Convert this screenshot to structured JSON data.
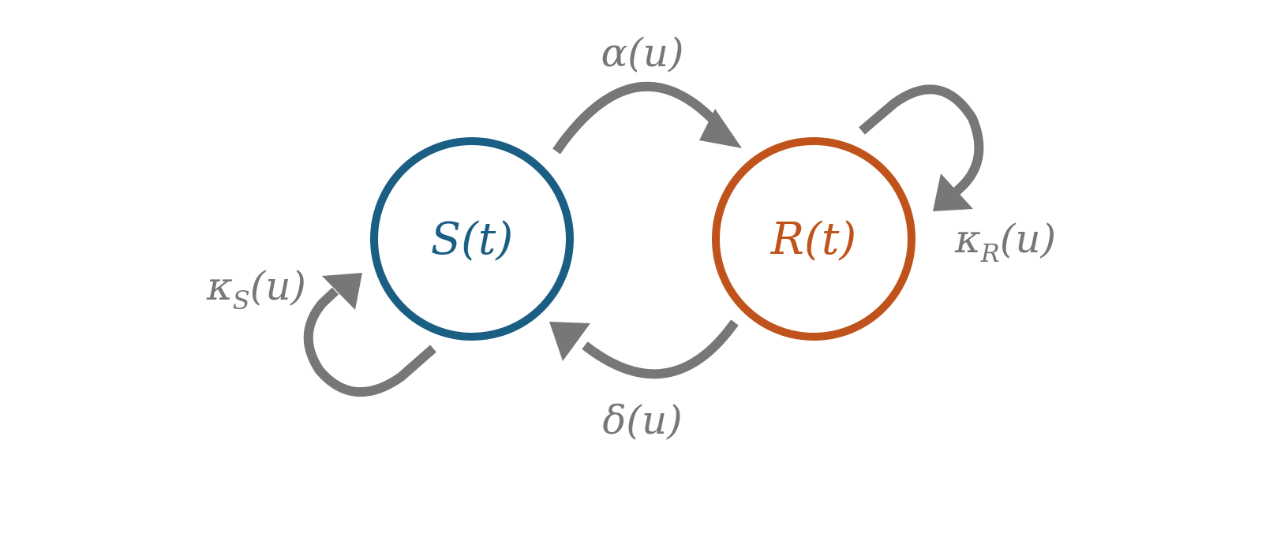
{
  "colors": {
    "susceptible": "#1b5e84",
    "resistant": "#c0531c",
    "arrow": "#777777",
    "background": "#ffffff"
  },
  "nodes": {
    "s": {
      "label": "S(t)"
    },
    "r": {
      "label": "R(t)"
    }
  },
  "edges": {
    "alpha": {
      "label": "α(u)"
    },
    "delta": {
      "label": "δ(u)"
    },
    "kappa_s": {
      "label": "κ",
      "sub": "S",
      "tail": "(u)"
    },
    "kappa_r": {
      "label": "κ",
      "sub": "R",
      "tail": "(u)"
    }
  }
}
